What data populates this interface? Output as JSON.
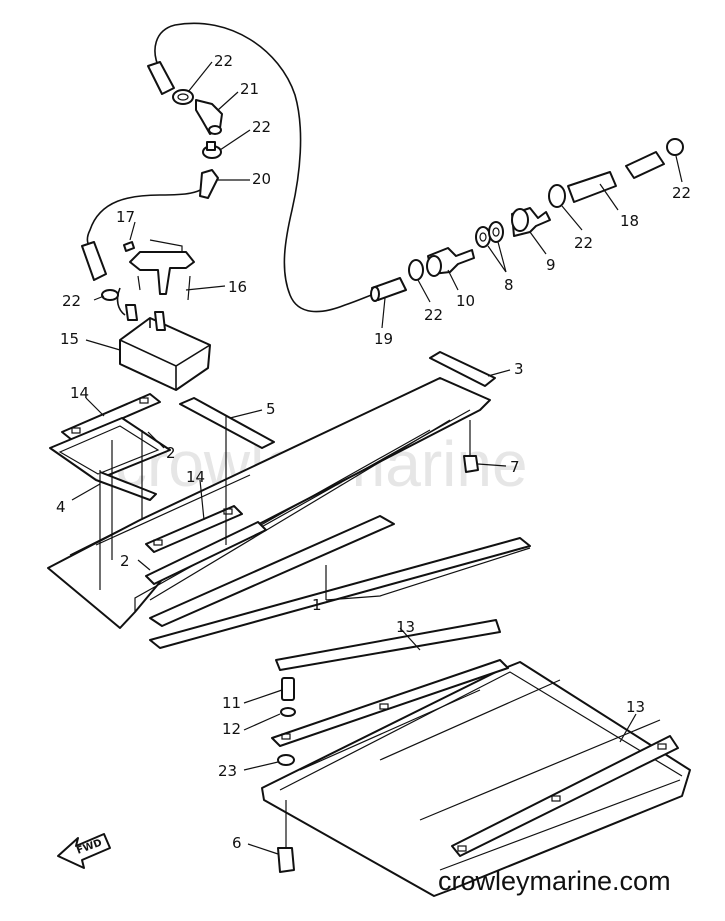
{
  "watermark": "crowleymarine",
  "site_url": "crowleymarine.com",
  "fwd_label": "FWD",
  "callouts": {
    "c22a": "22",
    "c21": "21",
    "c22b": "22",
    "c20": "20",
    "c17": "17",
    "c16": "16",
    "c22c": "22",
    "c15": "15",
    "c22d": "22",
    "c18": "18",
    "c22e": "22",
    "c9": "9",
    "c8": "8",
    "c10": "10",
    "c22f": "22",
    "c19": "19",
    "c3": "3",
    "c5": "5",
    "c14a": "14",
    "c2a": "2",
    "c4": "4",
    "c14b": "14",
    "c7": "7",
    "c2b": "2",
    "c1": "1",
    "c13a": "13",
    "c11": "11",
    "c12": "12",
    "c23": "23",
    "c13b": "13",
    "c6": "6"
  },
  "colors": {
    "line": "#111111",
    "watermark": "#e6e6e6",
    "background": "#ffffff"
  }
}
